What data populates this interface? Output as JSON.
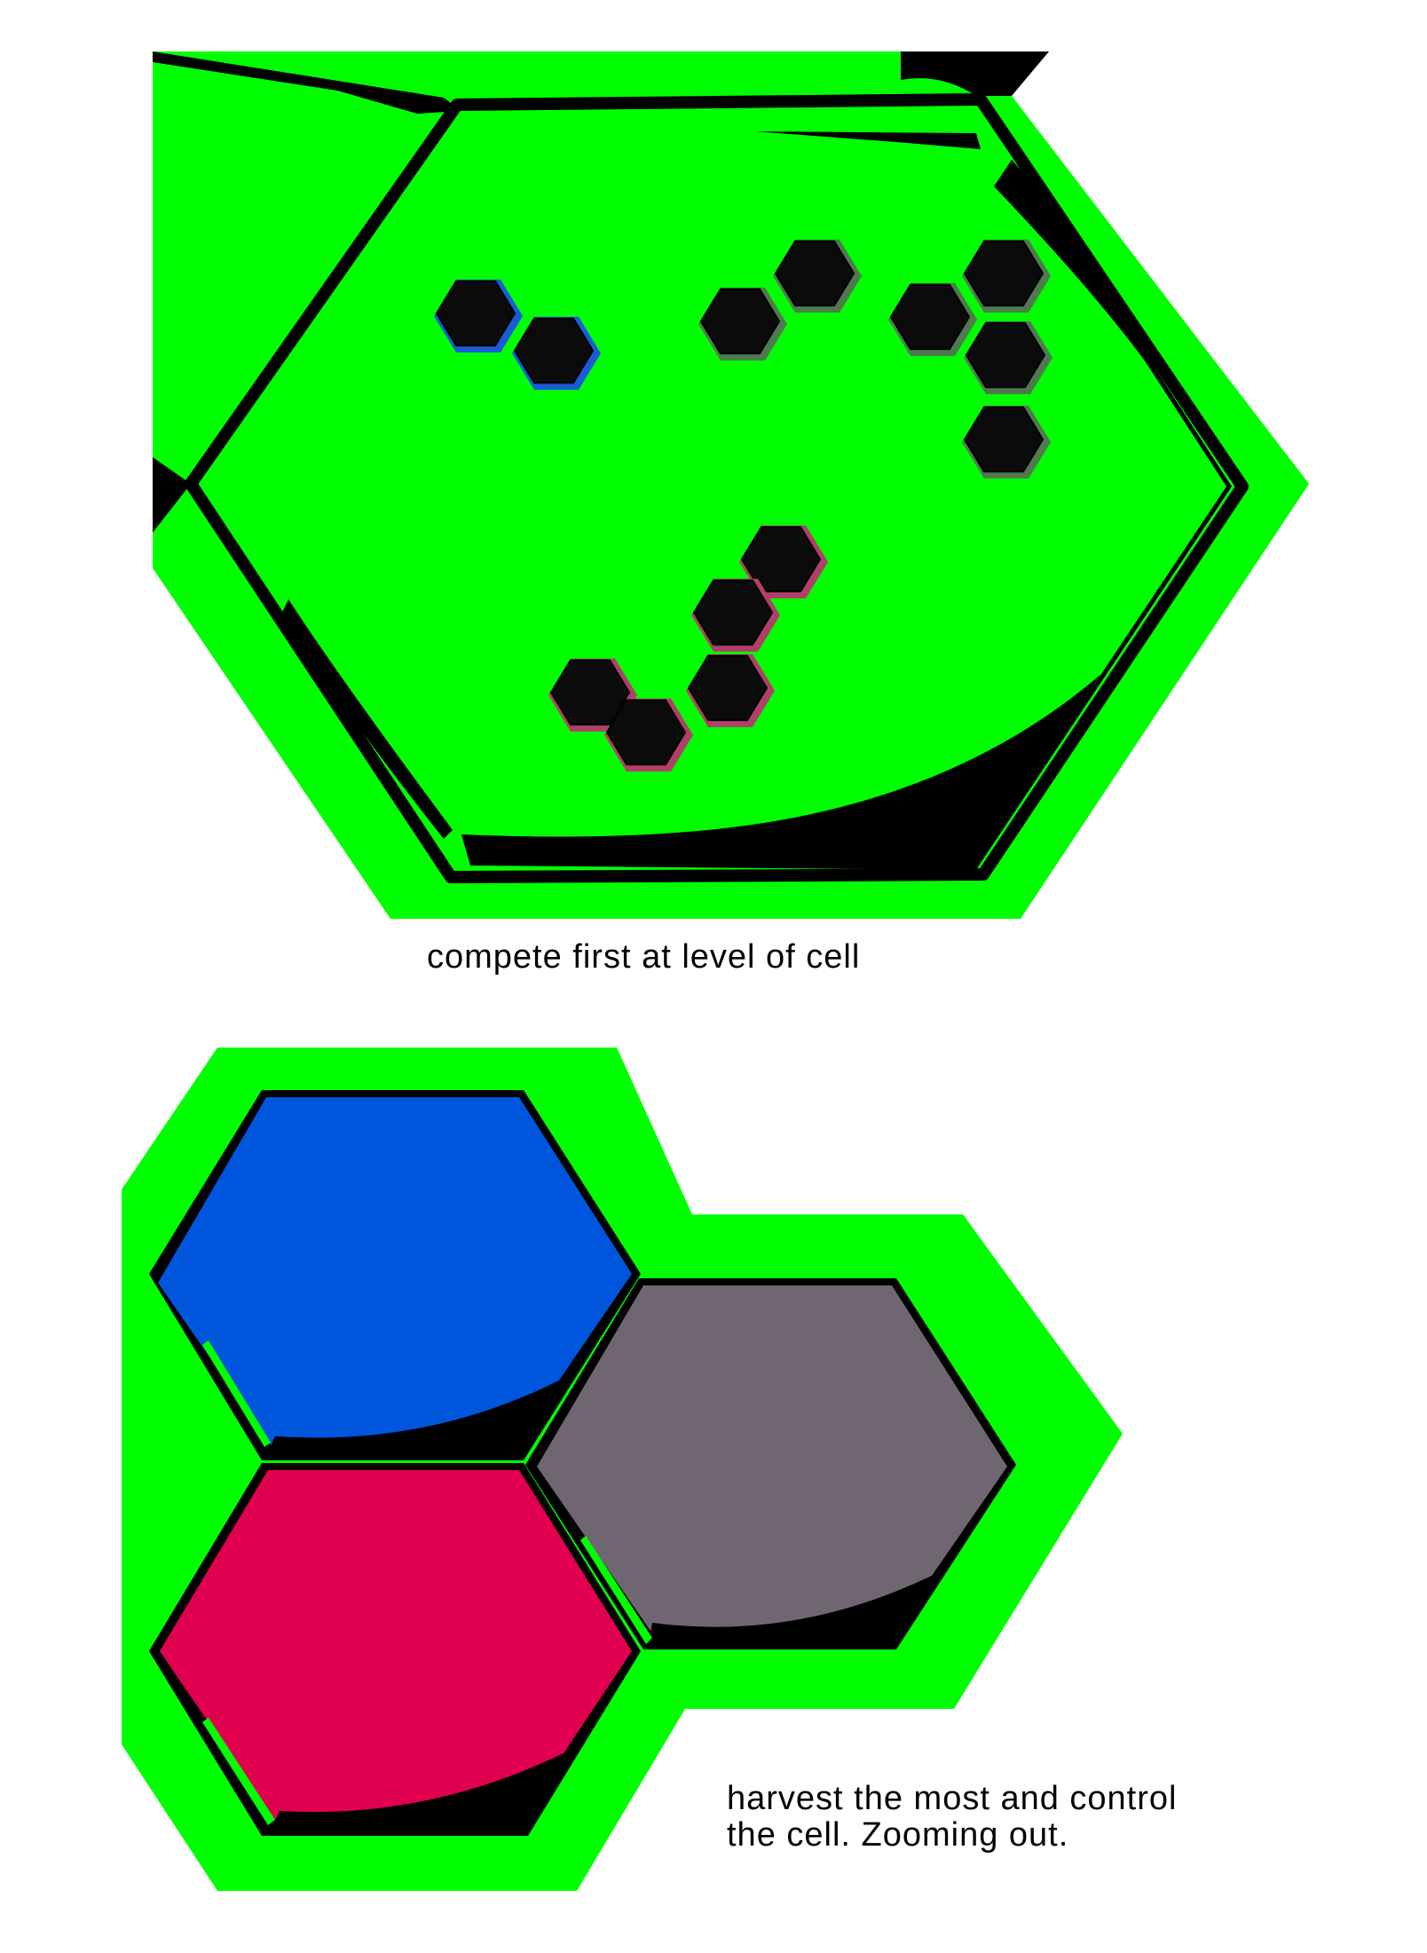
{
  "palette": {
    "field_green": "#00ff00",
    "outline": "#000000",
    "pod_fill": "#0b0b0c",
    "blue_team": "#0055dd",
    "gray_team": "#6f6671",
    "red_team": "#e0004f",
    "blue_rim": "#1a5bd6",
    "gray_rim": "#4f7a4f",
    "red_rim": "#b0406a",
    "background": "#ffffff"
  },
  "panels": {
    "top": {
      "caption": "compete first at level of cell",
      "teams": [
        {
          "team": "blue",
          "pod_count": 2
        },
        {
          "team": "gray",
          "pod_count": 6
        },
        {
          "team": "red",
          "pod_count": 5
        }
      ]
    },
    "bottom": {
      "caption": "harvest the most and control the cell. Zooming out.",
      "cells": [
        {
          "team": "blue"
        },
        {
          "team": "gray"
        },
        {
          "team": "red"
        }
      ]
    }
  }
}
